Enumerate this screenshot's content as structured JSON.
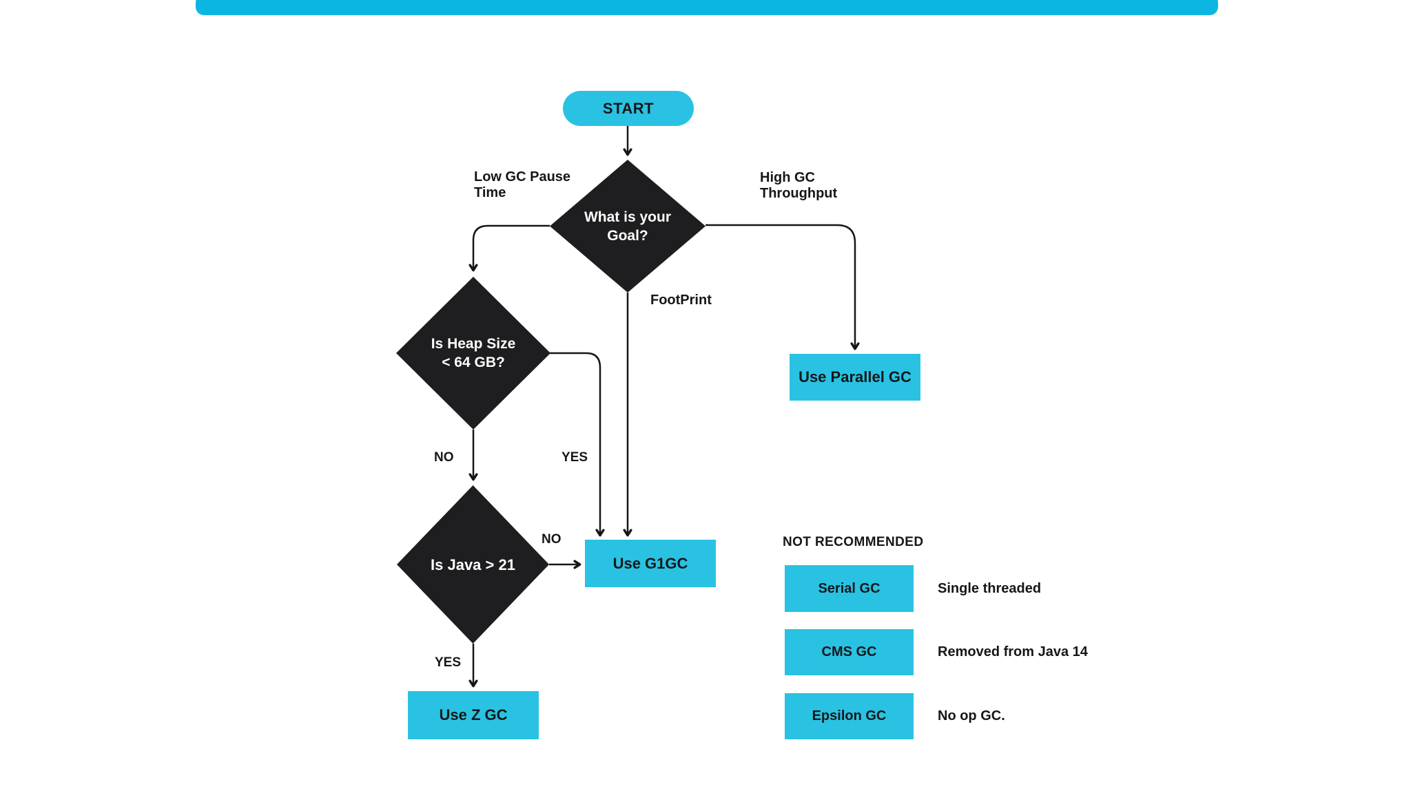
{
  "colors": {
    "accent": "#2AC2E2",
    "bar": "#0CB6E3",
    "node": "#1E1D1F",
    "ink": "#161616"
  },
  "nodes": {
    "start": "START",
    "goal_line1": "What is your",
    "goal_line2": "Goal?",
    "heap_line1": "Is Heap Size",
    "heap_line2": "< 64 GB?",
    "java": "Is Java > 21",
    "g1gc": "Use G1GC",
    "zgc": "Use Z GC",
    "parallel": "Use Parallel GC"
  },
  "edge_labels": {
    "goal_left_line1": "Low GC Pause",
    "goal_left_line2": "Time",
    "goal_right_line1": "High GC",
    "goal_right_line2": "Throughput",
    "goal_down": "FootPrint",
    "heap_no": "NO",
    "heap_yes": "YES",
    "java_no": "NO",
    "java_yes": "YES"
  },
  "not_recommended": {
    "title": "NOT RECOMMENDED",
    "items": [
      {
        "box": "Serial GC",
        "note": "Single threaded"
      },
      {
        "box": "CMS GC",
        "note": "Removed from Java 14"
      },
      {
        "box": "Epsilon GC",
        "note": "No op GC."
      }
    ]
  }
}
